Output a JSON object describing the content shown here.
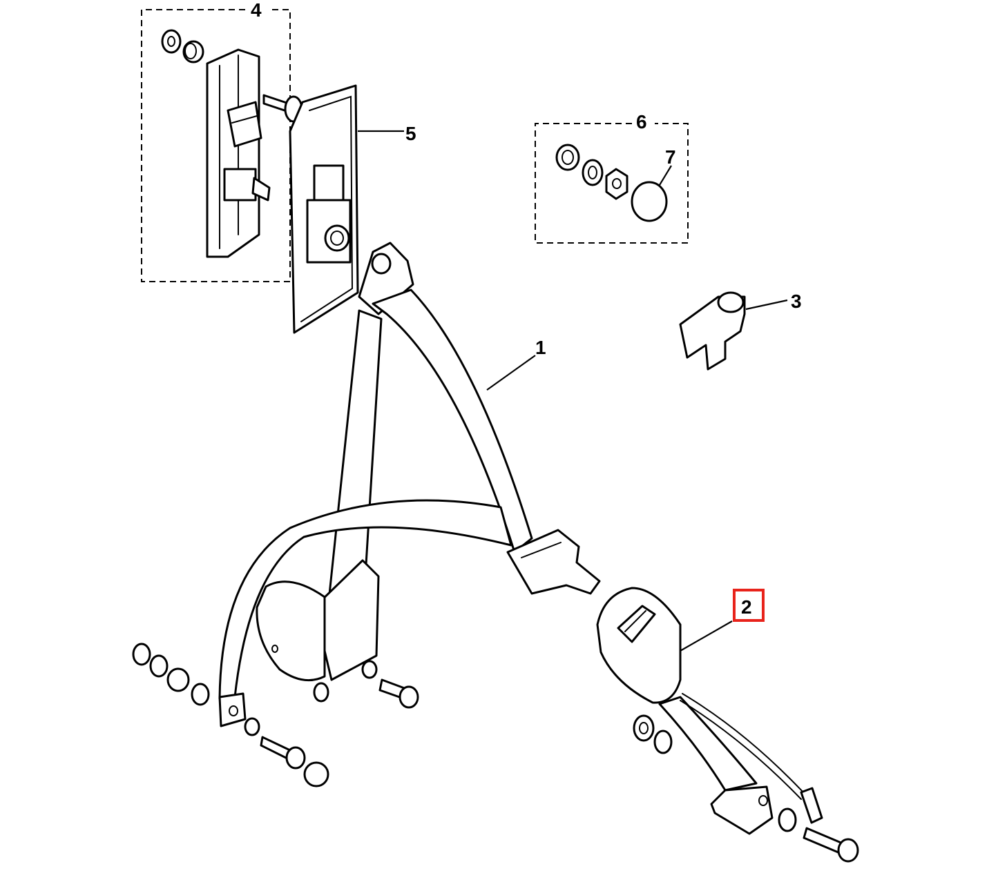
{
  "callouts": {
    "c1": "1",
    "c2": "2",
    "c3": "3",
    "c4": "4",
    "c5": "5",
    "c6": "6",
    "c7": "7"
  },
  "highlight": {
    "target": "2",
    "color": "#e8231b"
  }
}
